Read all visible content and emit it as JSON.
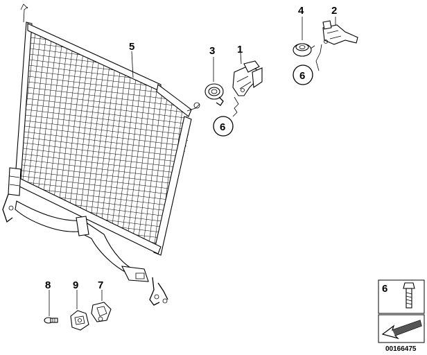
{
  "callouts": {
    "n1": "1",
    "n2": "2",
    "n3": "3",
    "n4": "4",
    "n5": "5",
    "n6a": "6",
    "n6b": "6",
    "n7": "7",
    "n8": "8",
    "n9": "9"
  },
  "legend": {
    "number": "6"
  },
  "footer": {
    "diagram_id": "00166475"
  }
}
